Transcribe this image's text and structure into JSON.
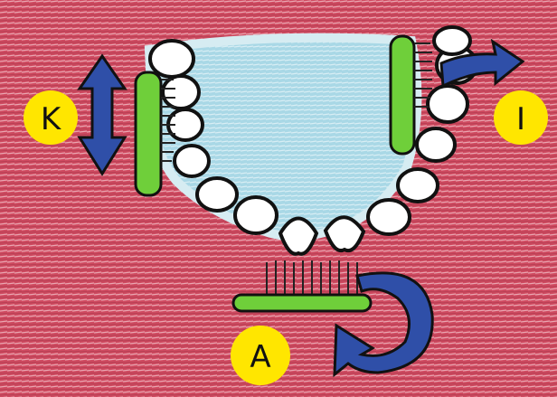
{
  "labels": {
    "left": "K",
    "right": "I",
    "bottom": "A"
  },
  "colors": {
    "gums": "#c9324a",
    "gums_light": "#e8a0ad",
    "palate": "#a9d8e6",
    "tooth": "#ffffff",
    "brush_handle": "#6fcf3a",
    "arrow": "#2f4fa8",
    "badge": "#ffe600"
  },
  "icons": {
    "left_arrow": "double-headed-vertical-arrow",
    "right_arrow": "curved-arrow-right",
    "bottom_arrow": "circular-arrow"
  }
}
